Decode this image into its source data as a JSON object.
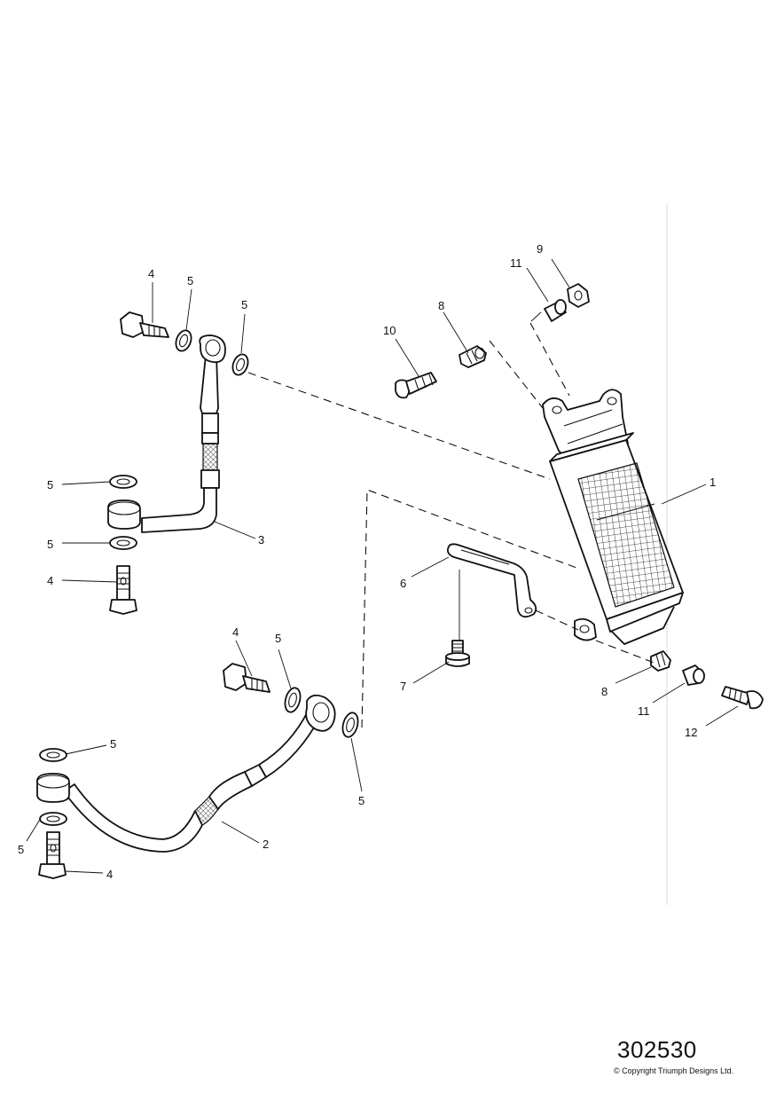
{
  "diagram": {
    "number": "302530",
    "copyright": "© Copyright Triumph Designs Ltd."
  },
  "callouts": [
    {
      "id": "c-4-top",
      "label": "4"
    },
    {
      "id": "c-5-top-a",
      "label": "5"
    },
    {
      "id": "c-5-top-b",
      "label": "5"
    },
    {
      "id": "c-5-left-a",
      "label": "5"
    },
    {
      "id": "c-3",
      "label": "3"
    },
    {
      "id": "c-5-left-b",
      "label": "5"
    },
    {
      "id": "c-4-left",
      "label": "4"
    },
    {
      "id": "c-4-mid",
      "label": "4"
    },
    {
      "id": "c-5-mid",
      "label": "5"
    },
    {
      "id": "c-5-bot-left",
      "label": "5"
    },
    {
      "id": "c-5-bot-right",
      "label": "5"
    },
    {
      "id": "c-2",
      "label": "2"
    },
    {
      "id": "c-5-bot-left-b",
      "label": "5"
    },
    {
      "id": "c-4-bot",
      "label": "4"
    },
    {
      "id": "c-11-top",
      "label": "11"
    },
    {
      "id": "c-9",
      "label": "9"
    },
    {
      "id": "c-8-top",
      "label": "8"
    },
    {
      "id": "c-10",
      "label": "10"
    },
    {
      "id": "c-1",
      "label": "1"
    },
    {
      "id": "c-6",
      "label": "6"
    },
    {
      "id": "c-7",
      "label": "7"
    },
    {
      "id": "c-8-bot",
      "label": "8"
    },
    {
      "id": "c-11-bot",
      "label": "11"
    },
    {
      "id": "c-12",
      "label": "12"
    }
  ]
}
